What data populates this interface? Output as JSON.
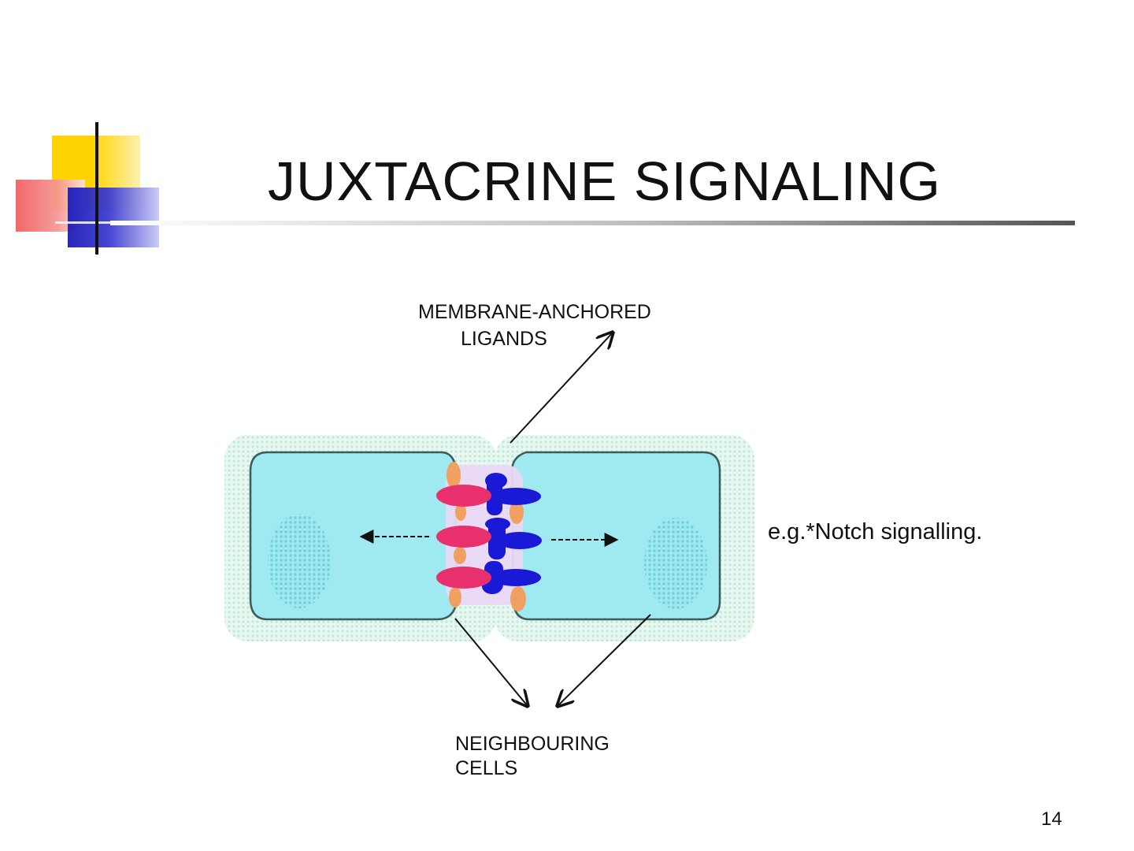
{
  "slide": {
    "title": "JUXTACRINE SIGNALING",
    "page_number": "14"
  },
  "diagram": {
    "label_ligands_line1": "MEMBRANE-ANCHORED",
    "label_ligands_line2": "LIGANDS",
    "label_cells_line1": "NEIGHBOURING",
    "label_cells_line2": "CELLS",
    "example_text": "e.g.*Notch signalling."
  },
  "colors": {
    "cell_fill": "#9eeaf0",
    "cell_border": "#3c5c5c",
    "halo": "#d6f2e6",
    "ligand_pink": "#e8306e",
    "receptor_blue": "#1a1ad6",
    "anchor_orange": "#f0a060",
    "membrane_lavender": "#ead8f4"
  }
}
